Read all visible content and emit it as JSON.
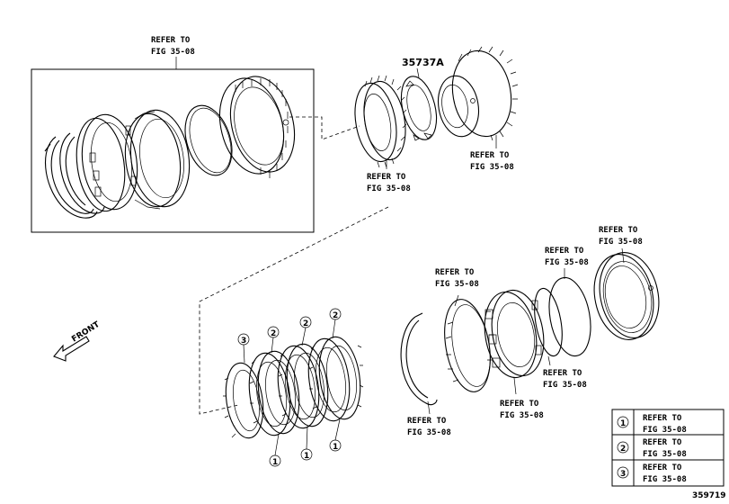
{
  "callouts": [
    {
      "id": "ref-top-left",
      "lines": [
        "REFER TO",
        "FIG 35-08"
      ]
    },
    {
      "id": "ref-planet-carrier",
      "lines": [
        "REFER TO",
        "FIG 35-08"
      ]
    },
    {
      "id": "ref-ring-gear",
      "lines": [
        "REFER TO",
        "FIG 35-08"
      ]
    },
    {
      "id": "ref-piston",
      "lines": [
        "REFER TO",
        "FIG 35-08"
      ]
    },
    {
      "id": "ref-oring-upper",
      "lines": [
        "REFER TO",
        "FIG 35-08"
      ]
    },
    {
      "id": "ref-oring-lower",
      "lines": [
        "REFER TO",
        "FIG 35-08"
      ]
    },
    {
      "id": "ref-snap-ring",
      "lines": [
        "REFER TO",
        "FIG 35-08"
      ]
    },
    {
      "id": "ref-return-spring",
      "lines": [
        "REFER TO",
        "FIG 35-08"
      ]
    },
    {
      "id": "ref-cylinder",
      "lines": [
        "REFER TO",
        "FIG 35-08"
      ]
    }
  ],
  "part_number": "35737A",
  "front_label": "FRONT",
  "markers": [
    "1",
    "2",
    "3"
  ],
  "legend": [
    {
      "marker": "1",
      "lines": [
        "REFER TO",
        "FIG 35-08"
      ]
    },
    {
      "marker": "2",
      "lines": [
        "REFER TO",
        "FIG 35-08"
      ]
    },
    {
      "marker": "3",
      "lines": [
        "REFER TO",
        "FIG 35-08"
      ]
    }
  ],
  "illustration_id": "359719"
}
